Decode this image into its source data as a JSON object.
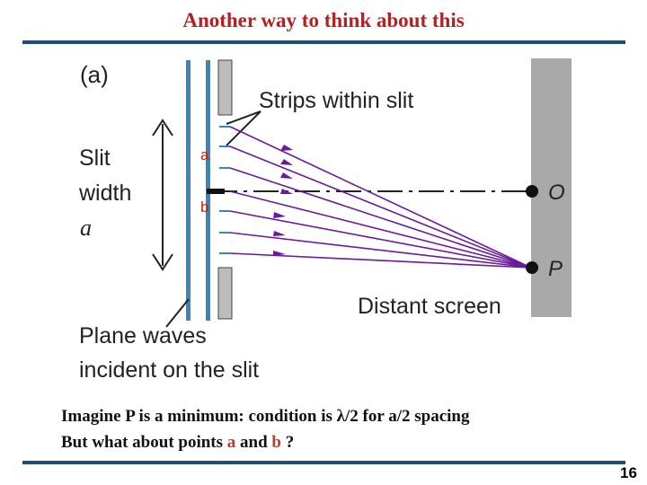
{
  "slide": {
    "title": "Another way to think about this",
    "page_number": "16"
  },
  "diagram": {
    "panel_label": "(a)",
    "strips_label": "Strips within slit",
    "slit_width_line1": "Slit",
    "slit_width_line2": "width",
    "slit_width_symbol": "a",
    "point_a": "a",
    "point_b": "b",
    "point_o": "O",
    "point_p": "P",
    "screen_label": "Distant screen",
    "waves_line1": "Plane waves",
    "waves_line2": "incident on the slit",
    "colors": {
      "wave": "#3a86b8",
      "ray": "#6a1b9a",
      "screen": "#a9a9a9",
      "marker": "#cc2200"
    }
  },
  "caption": {
    "line1": "Imagine P is a minimum: condition is λ/2 for a/2 spacing",
    "line2_pre": "But what about points ",
    "line2_a": "a",
    "line2_mid": " and ",
    "line2_b": "b",
    "line2_post": " ?"
  }
}
